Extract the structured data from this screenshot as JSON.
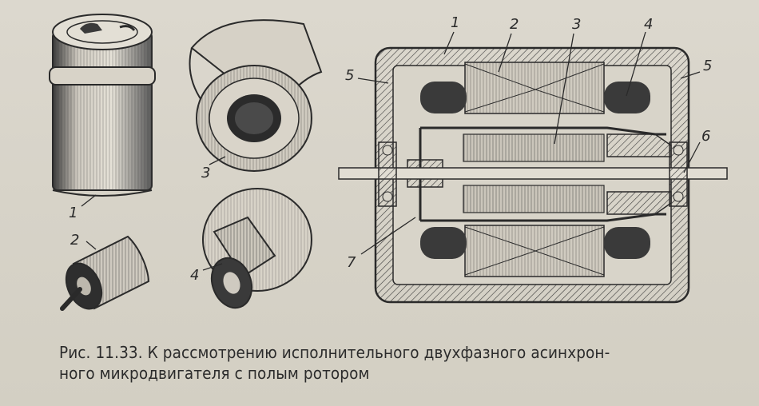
{
  "figure": {
    "labels_left": {
      "cup": "1",
      "small_rotor": "2",
      "stator_ring": "3",
      "inner_stator": "4"
    },
    "labels_section": {
      "housing": "1",
      "outer_stator": "2",
      "hollow_rotor": "3",
      "winding": "4",
      "end_shield_left": "5",
      "end_shield_right": "5",
      "shaft": "6",
      "rotor_hub": "7"
    }
  },
  "caption": {
    "line1": "Рис. 11.33. К рассмотрению исполнительного двухфазного асинхрон-",
    "line2": "ного микродвигателя с полым ротором"
  },
  "colors": {
    "background": "#d9d5cb",
    "ink": "#2a2a2a"
  }
}
